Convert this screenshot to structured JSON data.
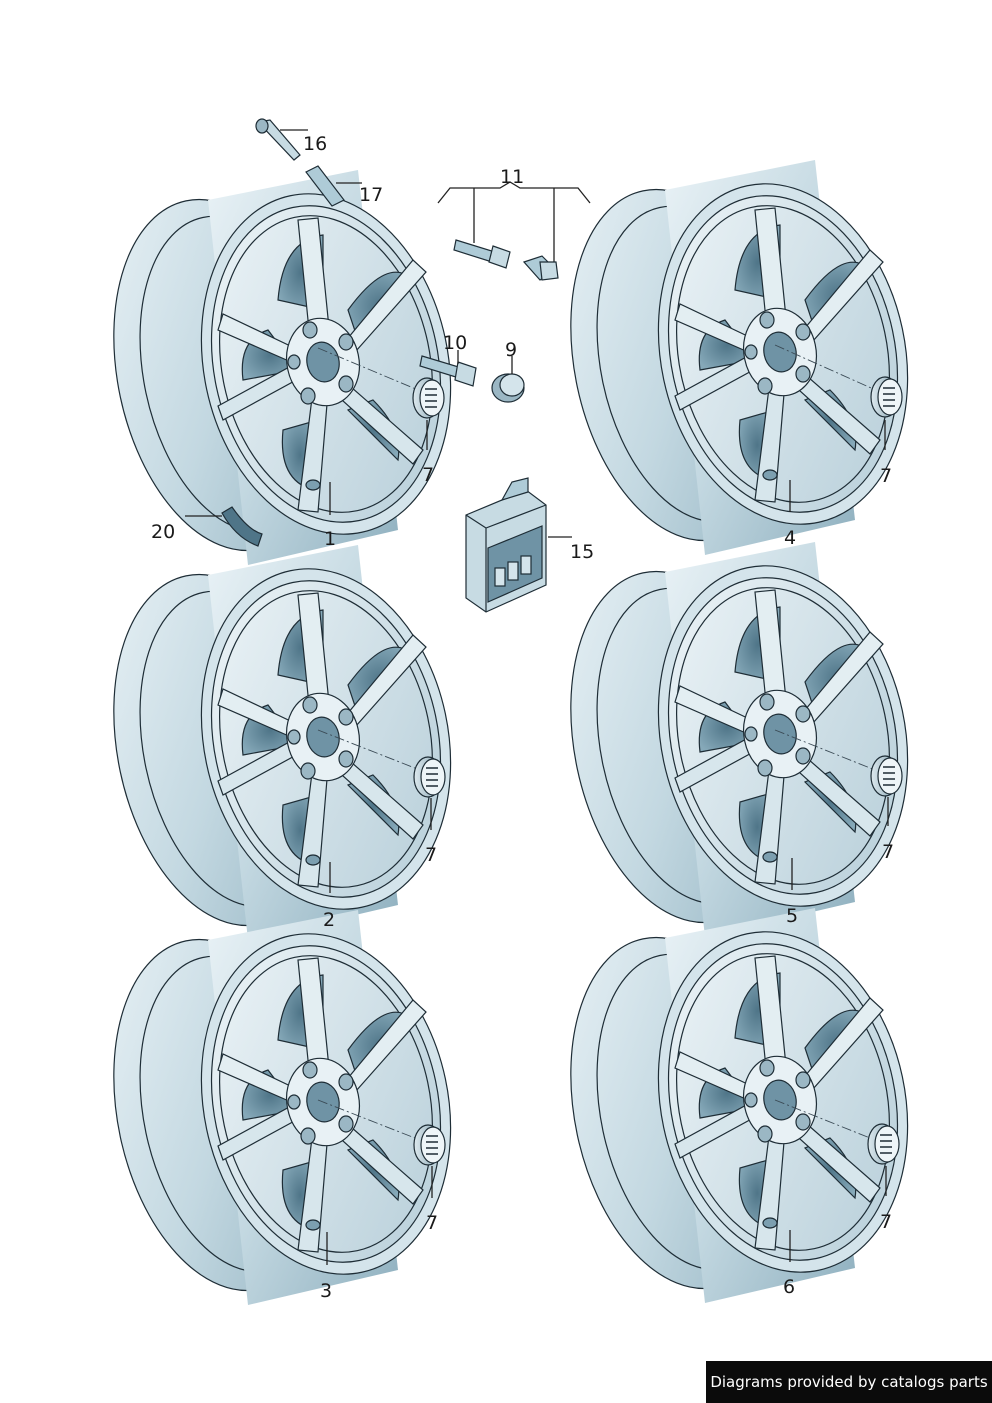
{
  "labels": {
    "l1": "1",
    "l2": "2",
    "l3": "3",
    "l4": "4",
    "l5": "5",
    "l6": "6",
    "l7a": "7",
    "l7b": "7",
    "l7c": "7",
    "l7d": "7",
    "l7e": "7",
    "l7f": "7",
    "l9": "9",
    "l10": "10",
    "l11": "11",
    "l15": "15",
    "l16": "16",
    "l17": "17",
    "l20": "20"
  },
  "footer": {
    "text": "Diagrams provided by catalogs parts"
  },
  "colors": {
    "metal_light": "#e6f0f4",
    "metal_mid": "#b9d2dc",
    "metal_dark": "#7c9fb0",
    "outline": "#1e2d36"
  }
}
